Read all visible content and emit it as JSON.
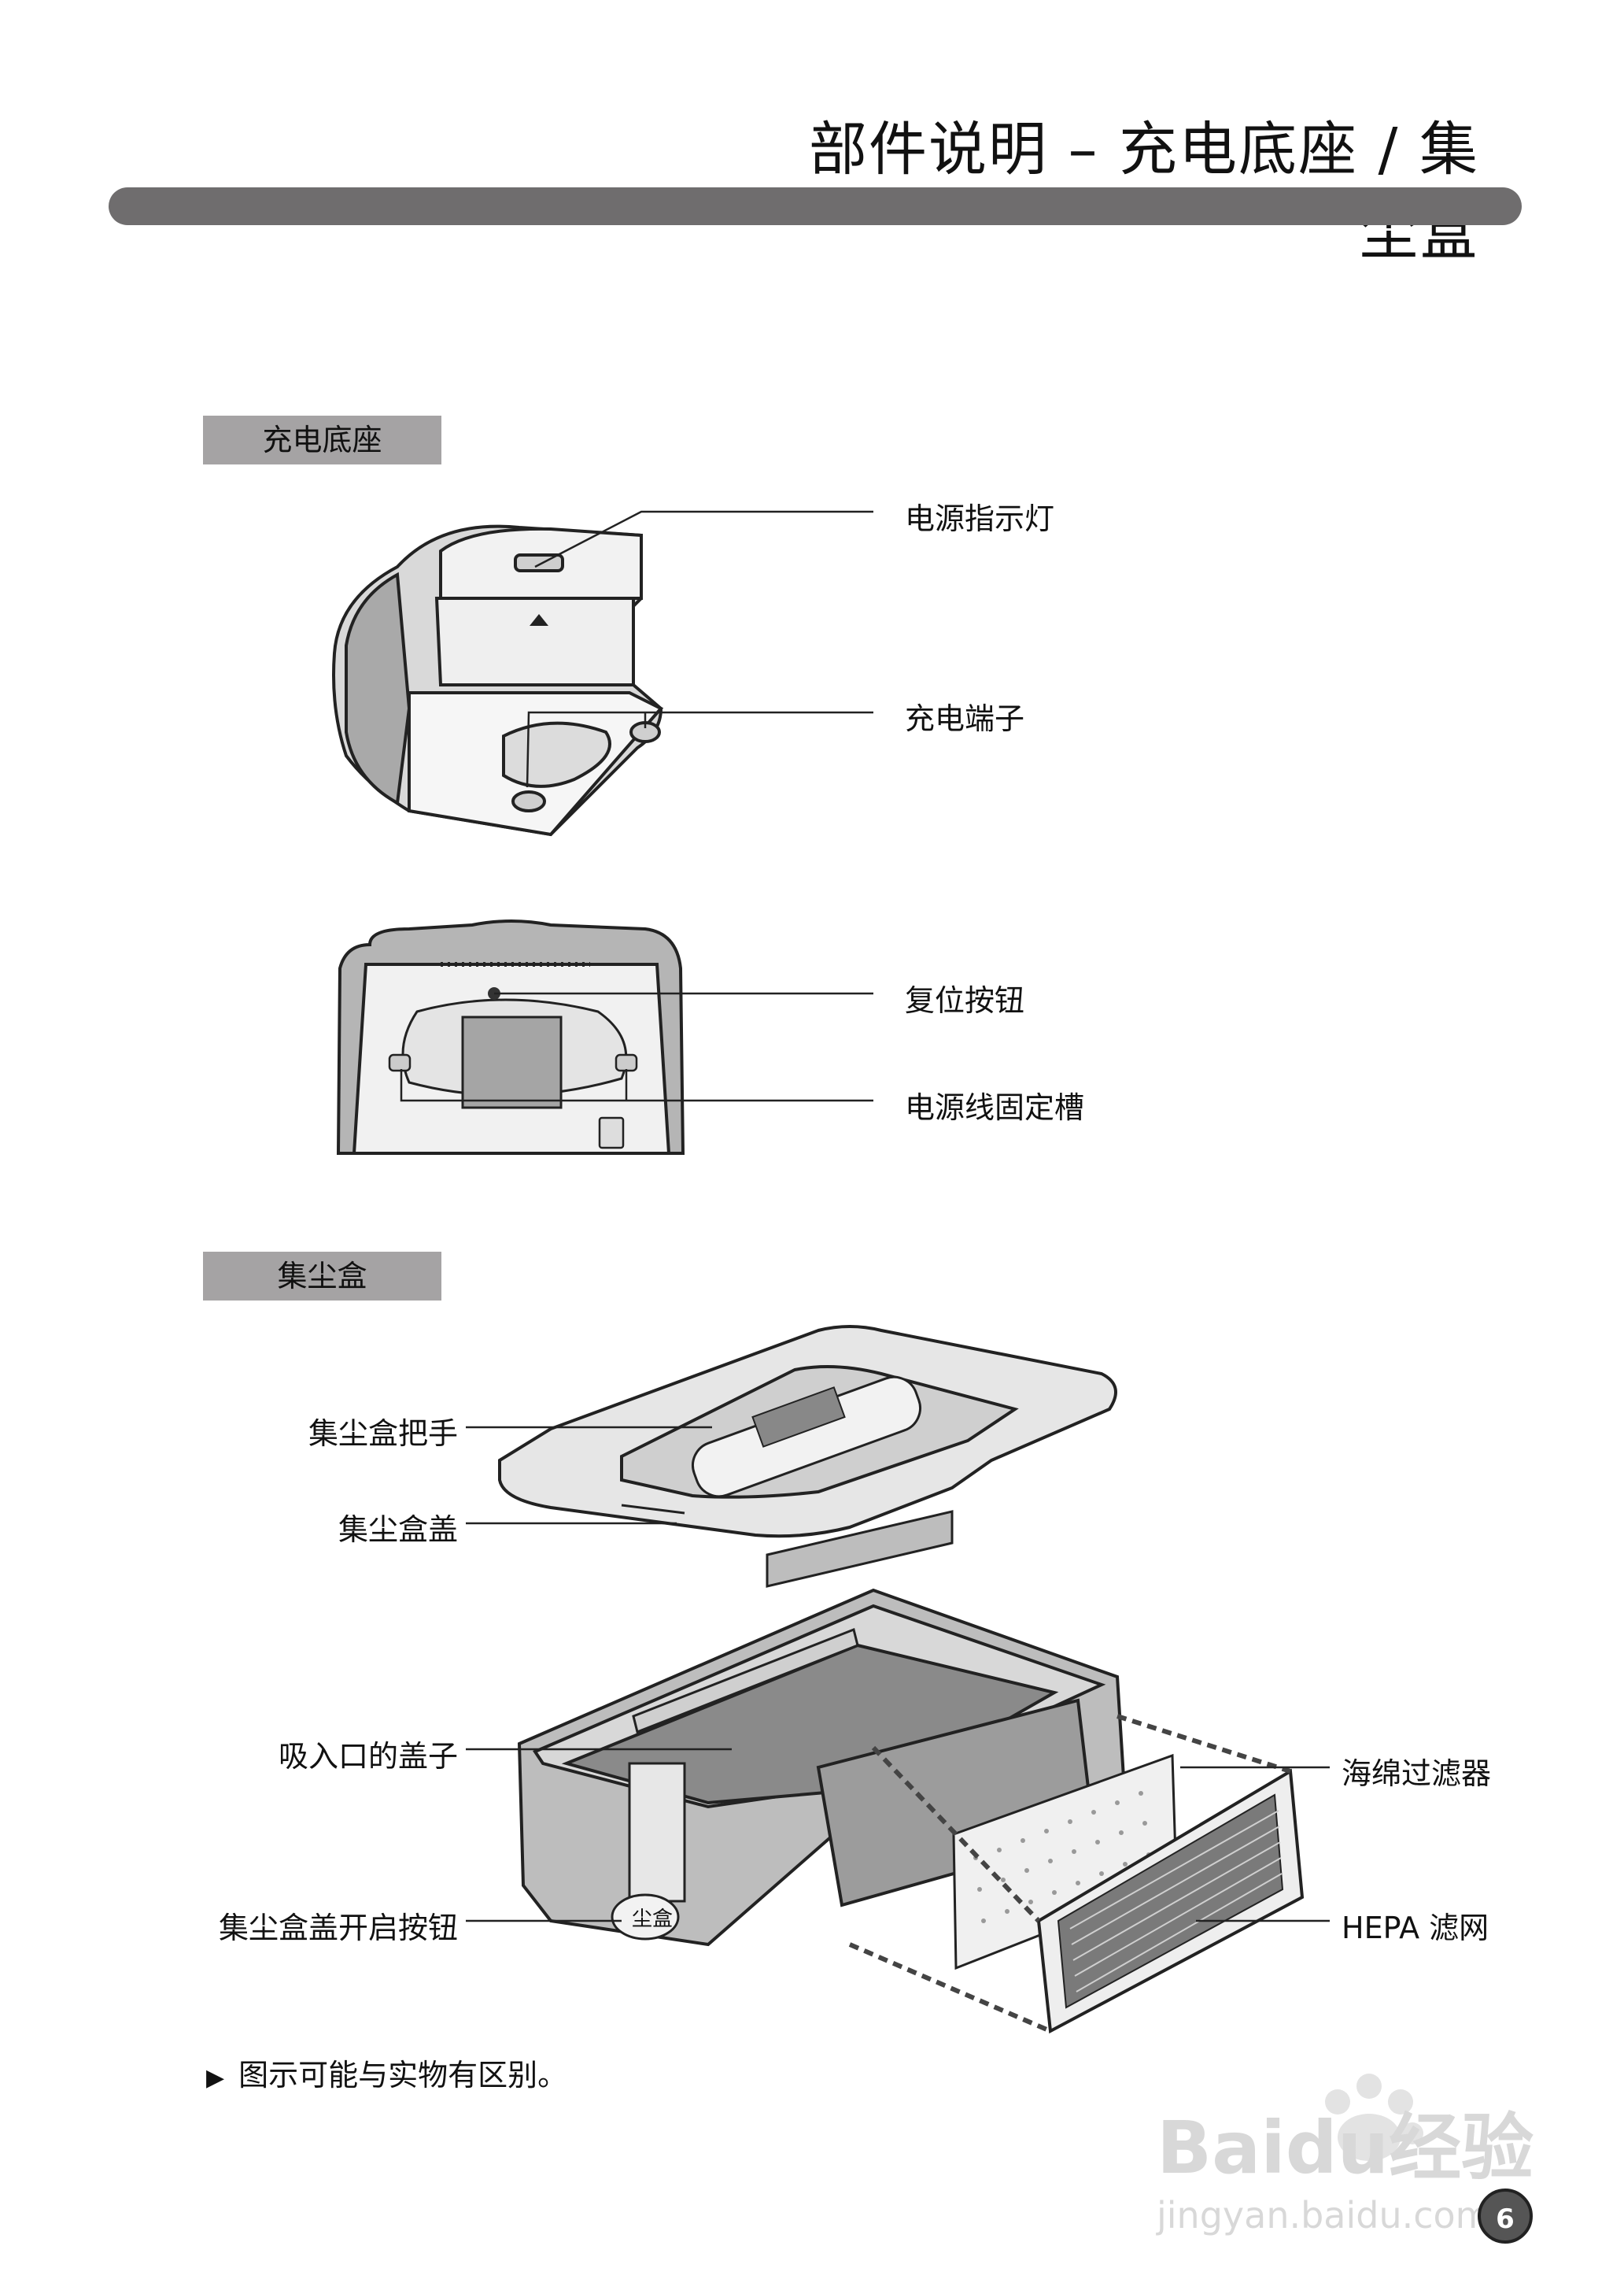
{
  "page": {
    "title": "部件说明 – 充电底座 / 集尘盒",
    "page_number": "6",
    "note": "图示可能与实物有区别。"
  },
  "sections": {
    "charging_base": {
      "tag": "充电底座",
      "labels": {
        "power_indicator": "电源指示灯",
        "charging_terminal": "充电端子",
        "reset_button": "复位按钮",
        "cord_slot": "电源线固定槽"
      }
    },
    "dust_bin": {
      "tag": "集尘盒",
      "labels": {
        "handle": "集尘盒把手",
        "cover": "集尘盒盖",
        "inlet_cover": "吸入口的盖子",
        "open_button": "集尘盒盖开启按钮",
        "sponge_filter": "海绵过滤器",
        "hepa_filter": "HEPA 滤网"
      },
      "button_text": "尘盒"
    }
  },
  "watermark": {
    "brand": "Baidu经验",
    "url": "jingyan.baidu.com"
  }
}
